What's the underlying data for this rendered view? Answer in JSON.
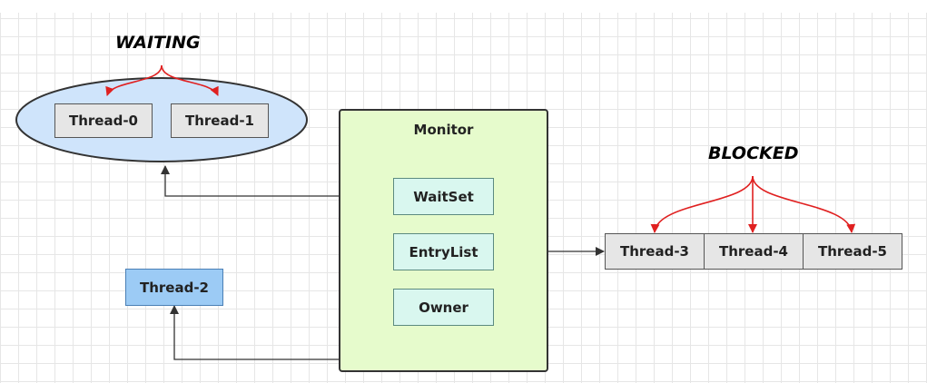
{
  "waiting_label": "WAITING",
  "blocked_label": "BLOCKED",
  "monitor": {
    "title": "Monitor",
    "waitset": "WaitSet",
    "entrylist": "EntryList",
    "owner": "Owner"
  },
  "threads": {
    "t0": "Thread-0",
    "t1": "Thread-1",
    "t2": "Thread-2",
    "t3": "Thread-3",
    "t4": "Thread-4",
    "t5": "Thread-5"
  },
  "colors": {
    "ellipse_fill": "#cfe4fb",
    "monitor_fill": "#e6fbcc",
    "inner_box_fill": "#d9f7ef",
    "owner_thread_fill": "#9ccbf5",
    "thread_box_fill": "#e6e6e6",
    "state_arrow": "#e02020",
    "connector": "#333333"
  }
}
